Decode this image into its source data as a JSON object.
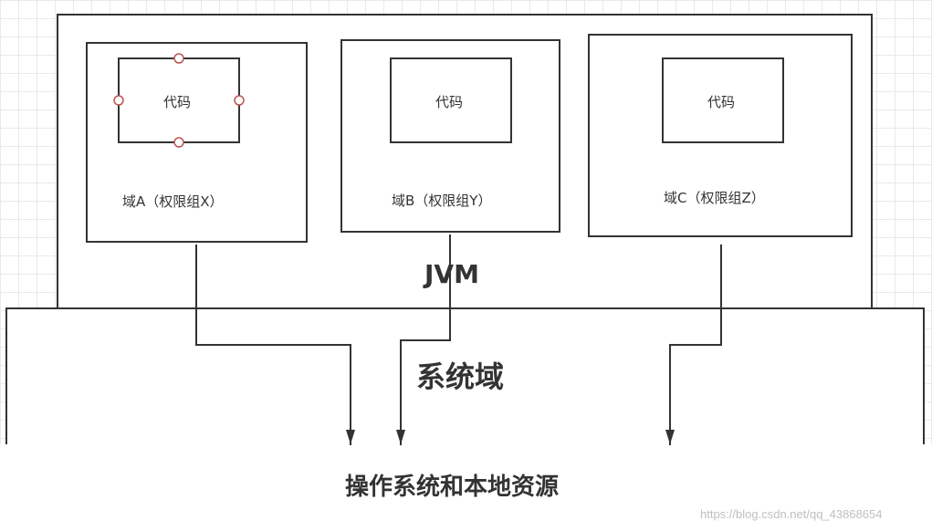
{
  "diagram": {
    "jvm_label": "JVM",
    "system_domain_label": "系统域",
    "os_label": "操作系统和本地资源",
    "domains": [
      {
        "code_label": "代码",
        "domain_label": "域A（权限组X）"
      },
      {
        "code_label": "代码",
        "domain_label": "域B（权限组Y）"
      },
      {
        "code_label": "代码",
        "domain_label": "域C（权限组Z）"
      }
    ],
    "watermark": "https://blog.csdn.net/qq_43868654"
  }
}
